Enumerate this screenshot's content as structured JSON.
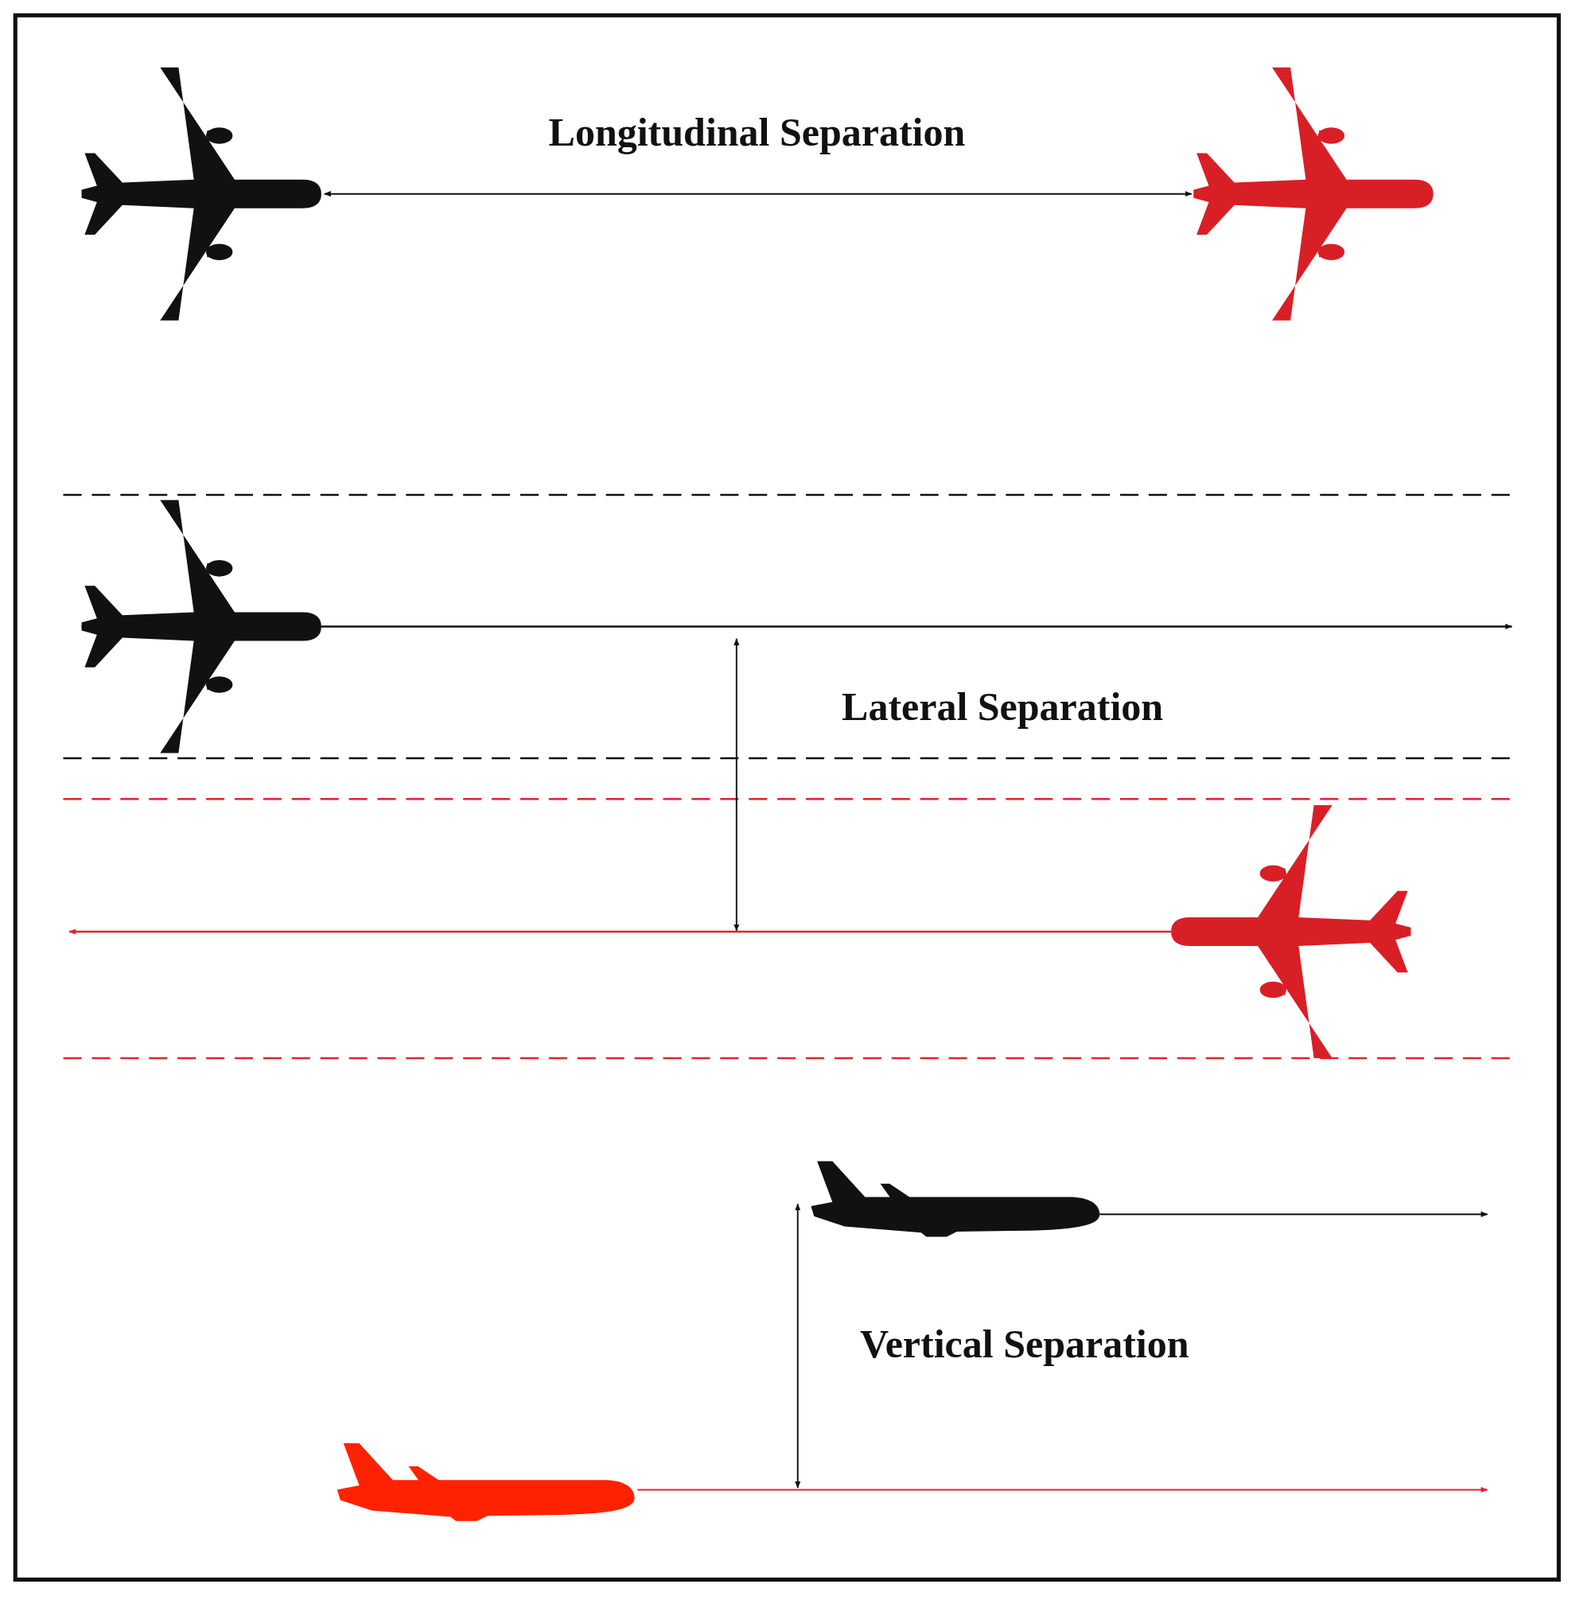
{
  "diagram": {
    "labels": [
      "Longitudinal Separation",
      "Lateral Separation",
      "Vertical Separation"
    ]
  }
}
